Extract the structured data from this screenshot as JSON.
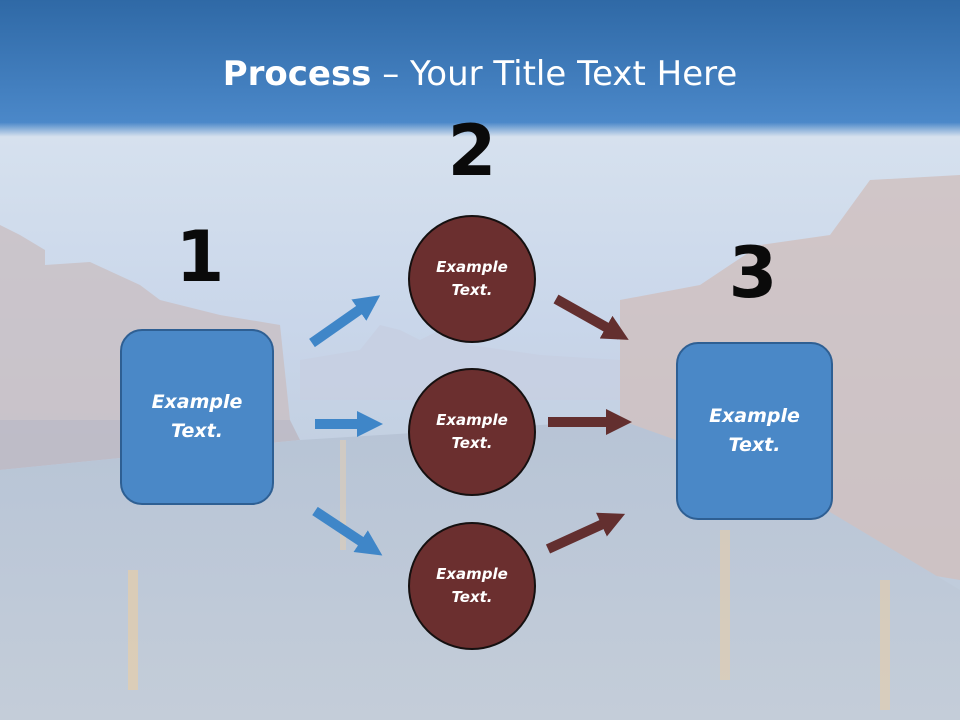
{
  "title": {
    "bold": "Process",
    "rest": " – Your Title Text Here"
  },
  "steps": [
    {
      "number": "1",
      "label": "Example\nText."
    },
    {
      "number": "2",
      "label": "Example\nText."
    },
    {
      "number": "3",
      "label": "Example\nText."
    }
  ],
  "middle_items": [
    {
      "label": "Example\nText."
    },
    {
      "label": "Example\nText."
    },
    {
      "label": "Example\nText."
    }
  ],
  "colors": {
    "header": "#3b7fc4",
    "box_fill": "#4a88c7",
    "circle_fill": "#6b2f2f",
    "blue_arrow": "#3f86c8",
    "brown_arrow": "#632f2f"
  }
}
